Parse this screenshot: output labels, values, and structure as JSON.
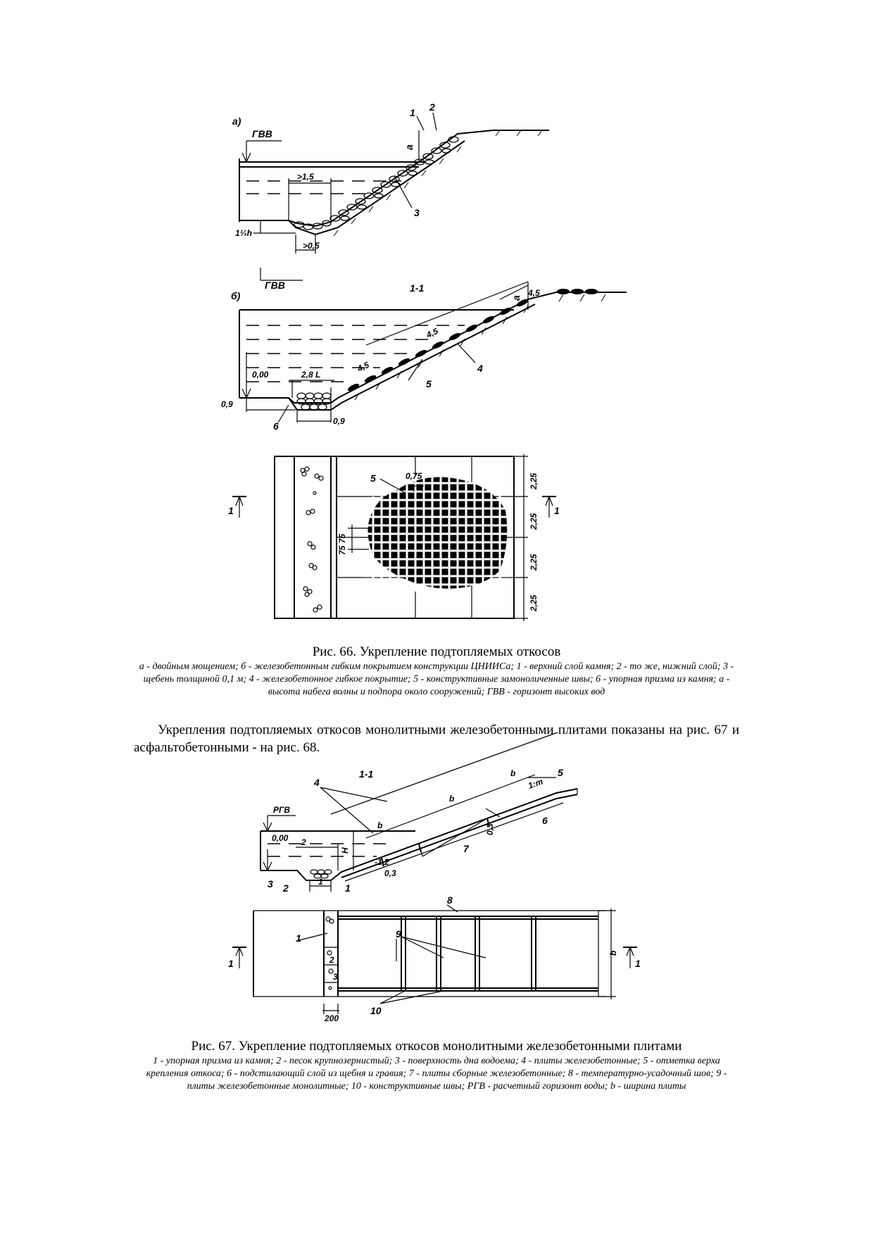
{
  "fig66": {
    "a": {
      "panel": "а)",
      "gvv": "ГВВ",
      "n1": "1",
      "n2": "2",
      "n3": "3",
      "a": "а",
      "dim_top": ">1,5",
      "dim_h": "1⅓h",
      "dim_bottom": ">0,5"
    },
    "b": {
      "panel": "б)",
      "gvv": "ГВВ",
      "section": "1-1",
      "a": "а",
      "d45a": "4,5",
      "d45b": "4,5",
      "d45c": "4,5",
      "n4": "4",
      "n5": "5",
      "n6": "6",
      "lvl": "0,00",
      "d28": "2,8 L",
      "d09a": "0,9",
      "d09b": "0,9"
    },
    "plan": {
      "n5": "5",
      "d075": "0,75",
      "d7575": "75 75",
      "d225": [
        "2,25",
        "2,25",
        "2,25",
        "2,25"
      ],
      "sec_left": "1",
      "sec_right": "1"
    },
    "title": "Рис. 66. Укрепление подтопляемых откосов",
    "legend": "а - двойным мощением; б - железобетонным гибким покрытием конструкции ЦНИИСа; 1 - верхний слой камня; 2 - то же, нижний слой; 3 - щебень толщиной 0,1 м; 4 - железобетонное гибкое покрытие; 5 - конструктивные замоноличенные швы; 6 - упорная призма из камня; а - высота набега волны и подпора около сооружений; ГВВ - горизонт высоких вод"
  },
  "paragraph": "Укрепления подтопляемых откосов монолитными железобетонными плитами показаны на рис. 67 и асфальтобетонными - на рис. 68.",
  "fig67": {
    "section": "1-1",
    "rgv": "РГВ",
    "lvl": "0,00",
    "n1": "1",
    "n2": "2",
    "n3": "3",
    "n4": "4",
    "n5": "5",
    "n6": "6",
    "n7": "7",
    "n8": "8",
    "n9": "9",
    "n10": "10",
    "b1": "b",
    "b2": "b",
    "b3": "b",
    "h": "H",
    "m": "1:m",
    "d2": "2",
    "d12": "-1,2",
    "d03a": "0,3",
    "d03b": "0,3",
    "d1": "1",
    "d200": "200",
    "p1": "1",
    "p2": "2",
    "p3": "3",
    "sec_left": "1",
    "sec_right": "1",
    "title": "Рис. 67. Укрепление подтопляемых откосов монолитными железобетонными плитами",
    "legend": "1 - упорная призма из камня; 2 - песок крупнозернистый; 3 - поверхность дна водоема; 4 - плиты железобетонные; 5 - отметка верха крепления откоса; 6 - подстилающий слой из щебня и гравия; 7 - плиты сборные железобетонные; 8 - температурно-усадочный шов; 9 - плиты железобетонные монолитные; 10 - конструктивные швы; РГВ - расчетный горизонт воды; b - ширина плиты"
  }
}
